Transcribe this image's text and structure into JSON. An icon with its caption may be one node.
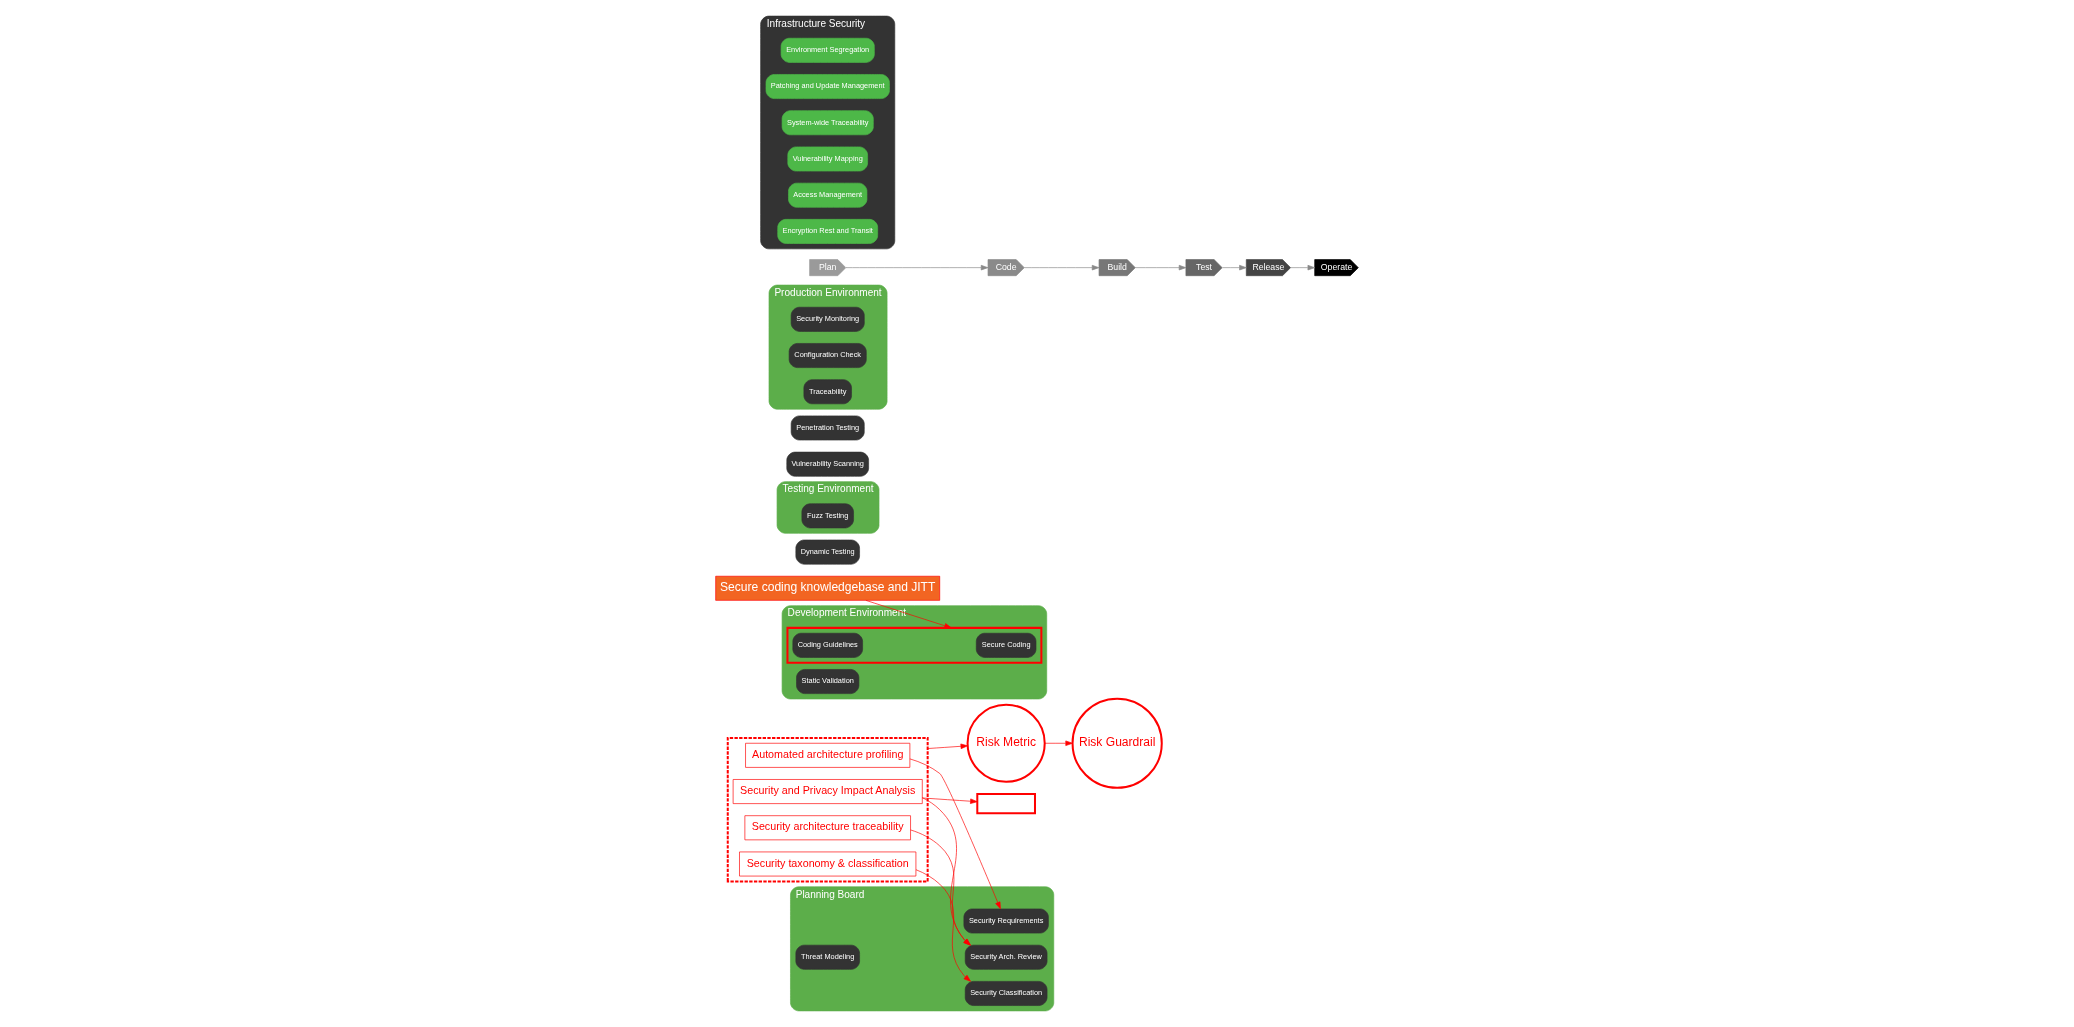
{
  "diagram": {
    "nodes": [
      {
        "text": [],
        "shape": "box"
      },
      {
        "text": [
          "Automated architecture profiling"
        ],
        "in": 0
      },
      {
        "text": [
          "Security taxonomy & classification"
        ],
        "in": 0
      },
      {
        "text": [
          "Security architecture traceability"
        ],
        "in": 0
      },
      {
        "text": [
          "Security and Privacy Impact Analysis"
        ],
        "in": 0
      },
      {
        "text": [
          "Risk Guardrail"
        ]
      },
      {
        "text": [
          "Risk Metric"
        ]
      },
      {
        "text": [
          "Secure coding knowledgebase and JITT"
        ]
      },
      {
        "text": [
          "Planning Board"
        ]
      },
      {
        "text": [
          "Security Requirements"
        ],
        "in": 8
      },
      {
        "text": [
          "Security Classification"
        ],
        "in": 8
      },
      {
        "text": [
          "Threat Modeling"
        ],
        "in": 8
      },
      {
        "text": [
          "Security Arch. Review"
        ],
        "in": 8
      },
      {
        "text": [
          "Development Environment"
        ]
      },
      {
        "text": [],
        "shape": "box",
        "in": 13
      },
      {
        "text": [
          "Secure Coding"
        ],
        "in": 14
      },
      {
        "text": [
          "Coding Guidelines"
        ],
        "in": 14
      },
      {
        "text": [],
        "shape": "box"
      },
      {
        "text": [
          "Static Validation"
        ],
        "in": 13
      },
      {
        "text": [
          "Dynamic Testing"
        ]
      },
      {
        "text": [
          "Testing Environment"
        ]
      },
      {
        "text": [
          "Fuzz Testing"
        ],
        "in": 20
      },
      {
        "text": [
          "Vulnerability Scanning"
        ]
      },
      {
        "text": [
          "Penetration Testing"
        ]
      },
      {
        "text": [
          "Production Environment"
        ]
      },
      {
        "text": [
          "Security Monitoring"
        ],
        "in": 24
      },
      {
        "text": [
          "Configuration Check"
        ],
        "in": 24
      },
      {
        "text": [
          "Traceability"
        ],
        "in": 24
      },
      {
        "text": [
          "Plan"
        ]
      },
      {
        "text": [
          "Code"
        ]
      },
      {
        "text": [
          "Build"
        ]
      },
      {
        "text": [
          "Test"
        ]
      },
      {
        "text": [
          "Release"
        ]
      },
      {
        "text": [
          "Operate"
        ]
      },
      {
        "text": [
          "Infrastructure Security"
        ]
      },
      {
        "text": [
          "Environment Segregation"
        ],
        "in": 34
      },
      {
        "text": [
          "Patching and Update Management"
        ],
        "in": 34
      },
      {
        "text": [
          "System-wide Traceability"
        ],
        "in": 34
      },
      {
        "text": [
          "Vulnerability Mapping"
        ],
        "in": 34
      },
      {
        "text": [
          "Access Management"
        ],
        "in": 34
      },
      {
        "text": [
          "Encryption Rest and Transit"
        ],
        "in": 34
      }
    ],
    "edges": [
      {
        "from": 1,
        "to": 9,
        "arrow": "to"
      },
      {
        "from": 2,
        "to": 10,
        "arrow": "to"
      },
      {
        "from": 3,
        "to": 12,
        "arrow": "to"
      },
      {
        "from": 4,
        "to": 12,
        "arrow": "to"
      },
      {
        "from": 4,
        "to": 17,
        "arrow": "to"
      },
      {
        "from": 7,
        "to": 14,
        "arrow": "to"
      },
      {
        "from": 0,
        "to": 6,
        "arrow": "to"
      },
      {
        "from": 6,
        "to": 5,
        "arrow": "to"
      },
      {
        "from": 28,
        "to": 29,
        "arrow": "to",
        "color": "#888888"
      },
      {
        "from": 29,
        "to": 30,
        "arrow": "to",
        "color": "#888888"
      },
      {
        "from": 30,
        "to": 31,
        "arrow": "to",
        "color": "#888888"
      },
      {
        "from": 31,
        "to": 32,
        "arrow": "to",
        "color": "#888888"
      },
      {
        "from": 32,
        "to": 33,
        "arrow": "to",
        "color": "#888888"
      }
    ]
  }
}
